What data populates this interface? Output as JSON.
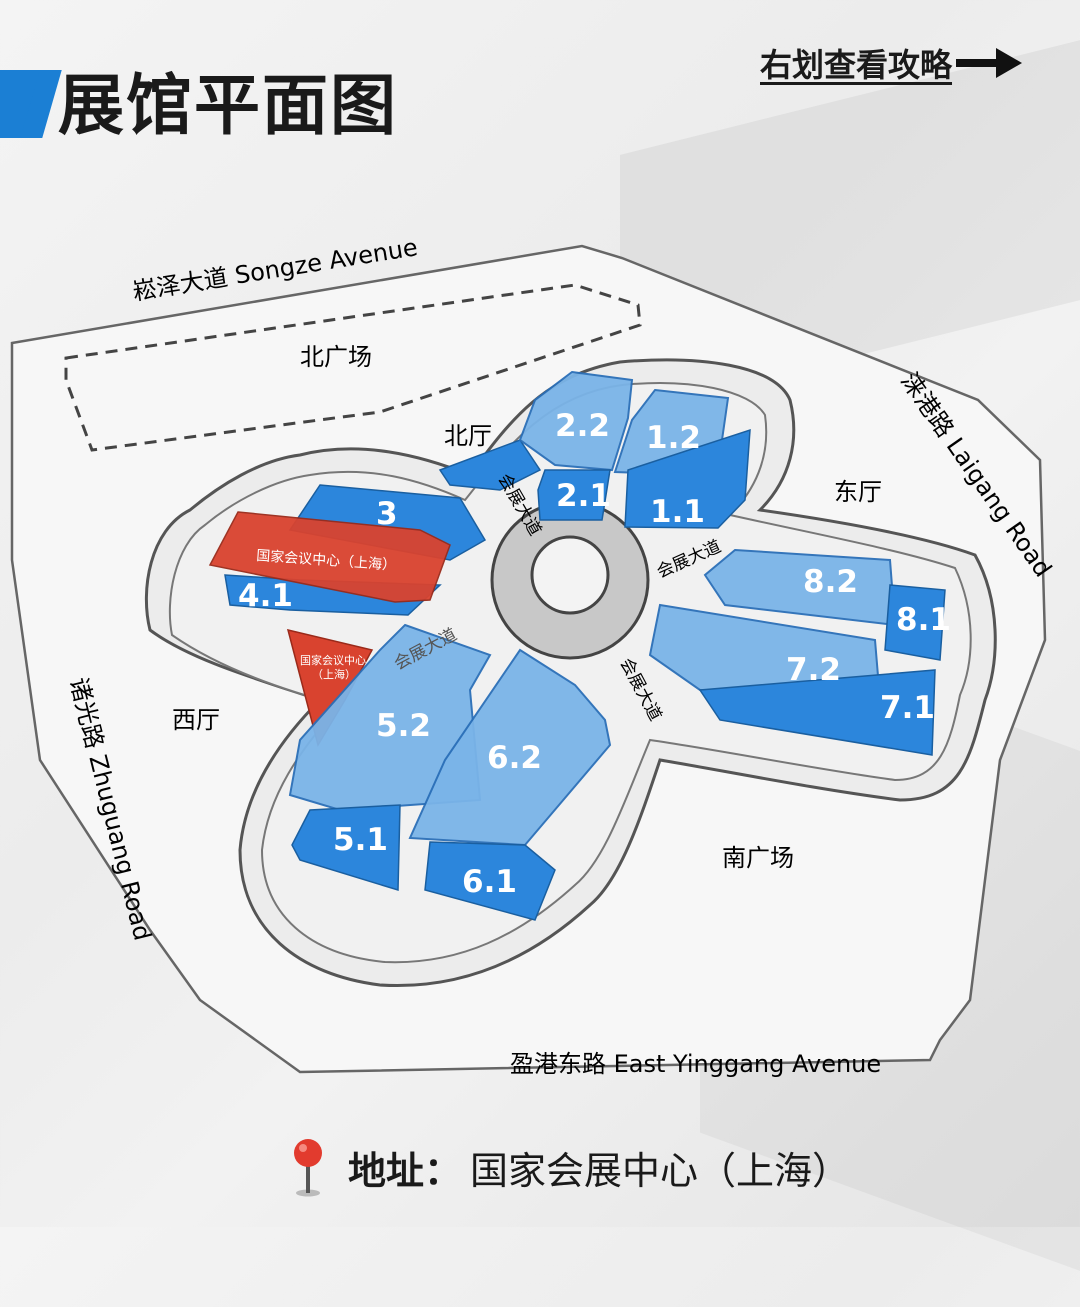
{
  "header": {
    "title": "展馆平面图",
    "swipe_hint": "右划查看攻略"
  },
  "map": {
    "roads": {
      "north": "崧泽大道 Songze Avenue",
      "west": "诸光路 Zhuguang Road",
      "east": "涞港路 Laigang Road",
      "south": "盈港东路 East Yinggang Avenue"
    },
    "plazas": {
      "north": "北广场",
      "south": "南广场"
    },
    "lobbies": {
      "north": "北厅",
      "east": "东厅",
      "west": "西厅"
    },
    "inner_roads": {
      "road_ne": "会展大道",
      "road_nw": "会展大道",
      "road_sw": "会展大道",
      "road_se": "会展大道"
    },
    "halls": {
      "h22": "2.2",
      "h12": "1.2",
      "h21": "2.1",
      "h11": "1.1",
      "h3": "3",
      "h41": "4.1",
      "h82": "8.2",
      "h81": "8.1",
      "h72": "7.2",
      "h71": "7.1",
      "h52": "5.2",
      "h62": "6.2",
      "h51": "5.1",
      "h61": "6.1"
    },
    "convention_center": "国家会议中心（上海）",
    "convention_center_small": "国家会议中心",
    "convention_center_small_2": "（上海）"
  },
  "address": {
    "label": "地址：",
    "value": "国家会展中心（上海）"
  },
  "colors": {
    "hall_blue": "#2c86dc",
    "hall_light": "#7ab4e8",
    "convention_red": "#d9432f",
    "accent": "#1b7fd4"
  },
  "icons": {
    "pin": "location-pin-icon",
    "arrow": "arrow-right-icon"
  }
}
